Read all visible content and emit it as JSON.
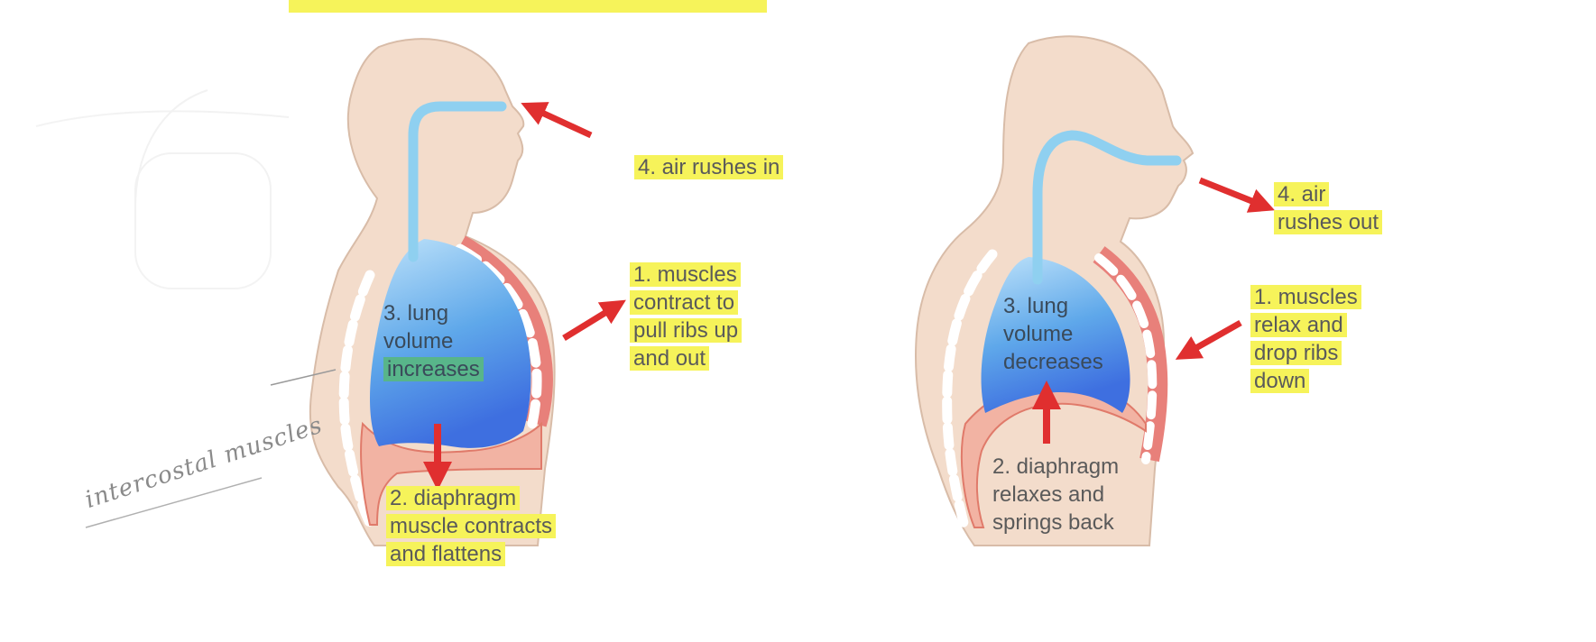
{
  "inhale": {
    "air_label": "4. air rushes in",
    "muscles_lines": [
      "1. muscles",
      "contract to",
      "pull ribs up",
      "and out"
    ],
    "lung_lines": [
      "3. lung",
      "volume",
      "increases"
    ],
    "diaphragm_lines": [
      "2. diaphragm",
      "muscle contracts",
      "and flattens"
    ]
  },
  "exhale": {
    "air_lines": [
      "4. air",
      "rushes out"
    ],
    "muscles_lines": [
      "1. muscles",
      "relax and",
      "drop ribs",
      "down"
    ],
    "lung_lines": [
      "3. lung",
      "volume",
      "decreases"
    ],
    "diaphragm_lines": [
      "2. diaphragm",
      "relaxes and",
      "springs back"
    ]
  },
  "annotation": "intercostal muscles",
  "colors": {
    "highlight": "#f6f35a",
    "lung_highlight": "#58b58a",
    "body": "#f3dccb",
    "airway": "#8fd0f0",
    "lung": "#5aa6ea",
    "arrow": "#e02f2f",
    "rib": "#e8807a",
    "diaphragm": "#f2b3a3"
  }
}
